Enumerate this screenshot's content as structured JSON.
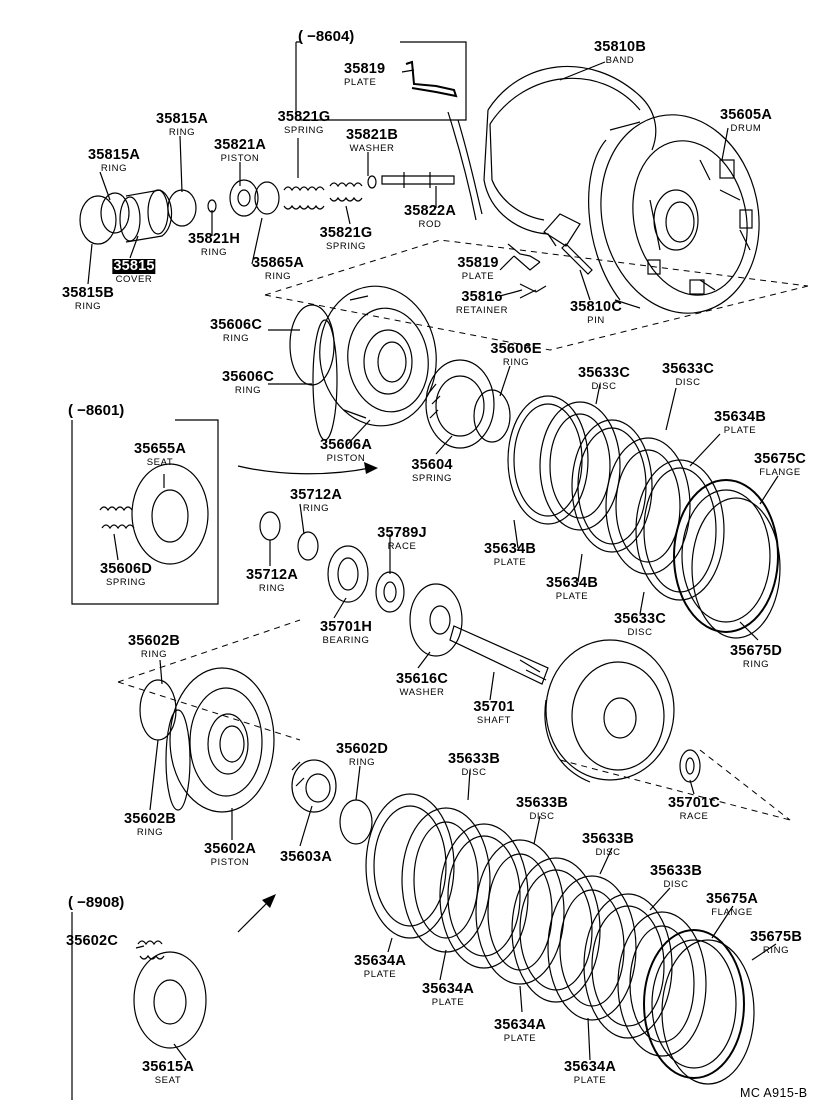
{
  "diagram": {
    "code": "MC  A915-B",
    "boxes": {
      "b8604": "(         −8604)",
      "b8601": "(         −8601)",
      "b8908": "(         −8908)"
    },
    "parts": {
      "p35819top": {
        "pn": "35819",
        "name": "PLATE"
      },
      "p35810B": {
        "pn": "35810B",
        "name": "BAND"
      },
      "p35605A": {
        "pn": "35605A",
        "name": "DRUM"
      },
      "p35815A_1": {
        "pn": "35815A",
        "name": "RING"
      },
      "p35815A_2": {
        "pn": "35815A",
        "name": "RING"
      },
      "p35821A": {
        "pn": "35821A",
        "name": "PISTON"
      },
      "p35821G_1": {
        "pn": "35821G",
        "name": "SPRING"
      },
      "p35821B": {
        "pn": "35821B",
        "name": "WASHER"
      },
      "p35822A": {
        "pn": "35822A",
        "name": "ROD"
      },
      "p35815": {
        "pn": "35815",
        "name": "COVER"
      },
      "p35821H": {
        "pn": "35821H",
        "name": "RING"
      },
      "p35821G_2": {
        "pn": "35821G",
        "name": "SPRING"
      },
      "p35865A": {
        "pn": "35865A",
        "name": "RING"
      },
      "p35815B": {
        "pn": "35815B",
        "name": "RING"
      },
      "p35819mid": {
        "pn": "35819",
        "name": "PLATE"
      },
      "p35816": {
        "pn": "35816",
        "name": "RETAINER"
      },
      "p35810C": {
        "pn": "35810C",
        "name": "PIN"
      },
      "p35606C_1": {
        "pn": "35606C",
        "name": "RING"
      },
      "p35606C_2": {
        "pn": "35606C",
        "name": "RING"
      },
      "p35606E": {
        "pn": "35606E",
        "name": "RING"
      },
      "p35633C_1": {
        "pn": "35633C",
        "name": "DISC"
      },
      "p35633C_2": {
        "pn": "35633C",
        "name": "DISC"
      },
      "p35634B_1": {
        "pn": "35634B",
        "name": "PLATE"
      },
      "p35675C": {
        "pn": "35675C",
        "name": "FLANGE"
      },
      "p35655A": {
        "pn": "35655A",
        "name": "SEAT"
      },
      "p35606A": {
        "pn": "35606A",
        "name": "PISTON"
      },
      "p35604": {
        "pn": "35604",
        "name": "SPRING"
      },
      "p35712A_1": {
        "pn": "35712A",
        "name": "RING"
      },
      "p35789J": {
        "pn": "35789J",
        "name": "RACE"
      },
      "p35634B_2": {
        "pn": "35634B",
        "name": "PLATE"
      },
      "p35634B_3": {
        "pn": "35634B",
        "name": "PLATE"
      },
      "p35606D": {
        "pn": "35606D",
        "name": "SPRING"
      },
      "p35712A_2": {
        "pn": "35712A",
        "name": "RING"
      },
      "p35701H": {
        "pn": "35701H",
        "name": "BEARING"
      },
      "p35633C_3": {
        "pn": "35633C",
        "name": "DISC"
      },
      "p35675D": {
        "pn": "35675D",
        "name": "RING"
      },
      "p35602B_1": {
        "pn": "35602B",
        "name": "RING"
      },
      "p35616C": {
        "pn": "35616C",
        "name": "WASHER"
      },
      "p35701": {
        "pn": "35701",
        "name": "SHAFT"
      },
      "p35602D": {
        "pn": "35602D",
        "name": "RING"
      },
      "p35633B_1": {
        "pn": "35633B",
        "name": "DISC"
      },
      "p35633B_2": {
        "pn": "35633B",
        "name": "DISC"
      },
      "p35701C": {
        "pn": "35701C",
        "name": "RACE"
      },
      "p35602B_2": {
        "pn": "35602B",
        "name": "RING"
      },
      "p35602A": {
        "pn": "35602A",
        "name": "PISTON"
      },
      "p35603A": {
        "pn": "35603A",
        "name": ""
      },
      "p35633B_3": {
        "pn": "35633B",
        "name": "DISC"
      },
      "p35633B_4": {
        "pn": "35633B",
        "name": "DISC"
      },
      "p35675A": {
        "pn": "35675A",
        "name": "FLANGE"
      },
      "p35675B": {
        "pn": "35675B",
        "name": "RING"
      },
      "p35602C": {
        "pn": "35602C",
        "name": ""
      },
      "p35634A_1": {
        "pn": "35634A",
        "name": "PLATE"
      },
      "p35634A_2": {
        "pn": "35634A",
        "name": "PLATE"
      },
      "p35634A_3": {
        "pn": "35634A",
        "name": "PLATE"
      },
      "p35634A_4": {
        "pn": "35634A",
        "name": "PLATE"
      },
      "p35615A": {
        "pn": "35615A",
        "name": "SEAT"
      }
    }
  }
}
